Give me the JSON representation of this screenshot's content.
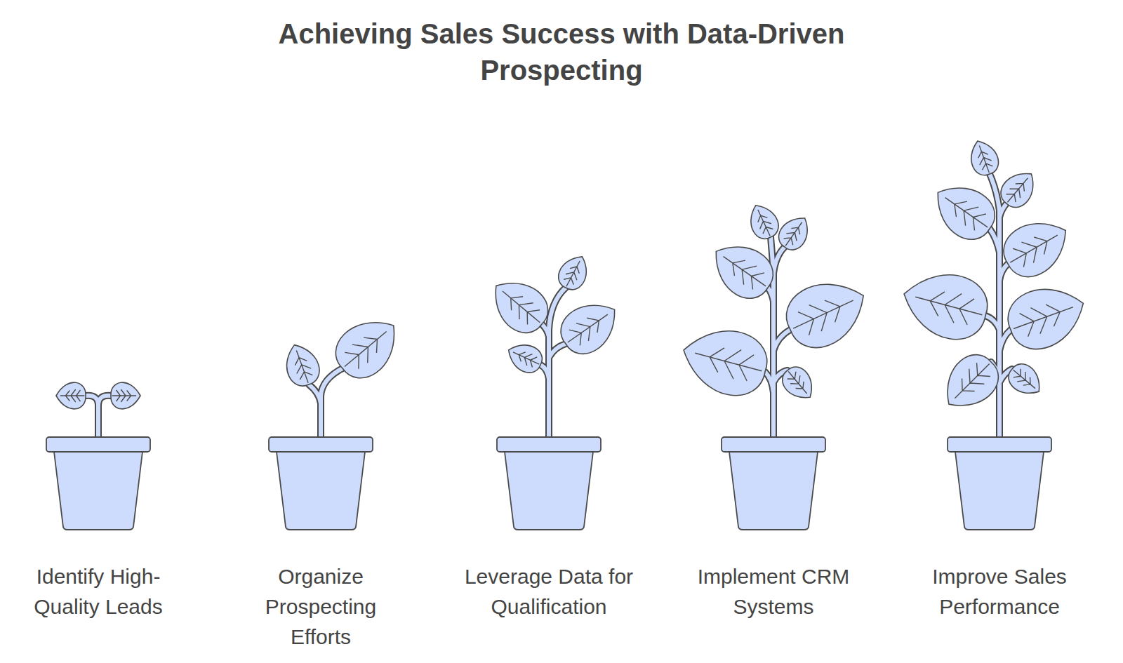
{
  "diagram": {
    "title": "Achieving Sales Success with Data-Driven Prospecting",
    "labels": [
      "Identify High-Quality Leads",
      "Organize Prospecting Efforts",
      "Leverage Data for Qualification",
      "Implement CRM Systems",
      "Improve Sales Performance"
    ]
  }
}
